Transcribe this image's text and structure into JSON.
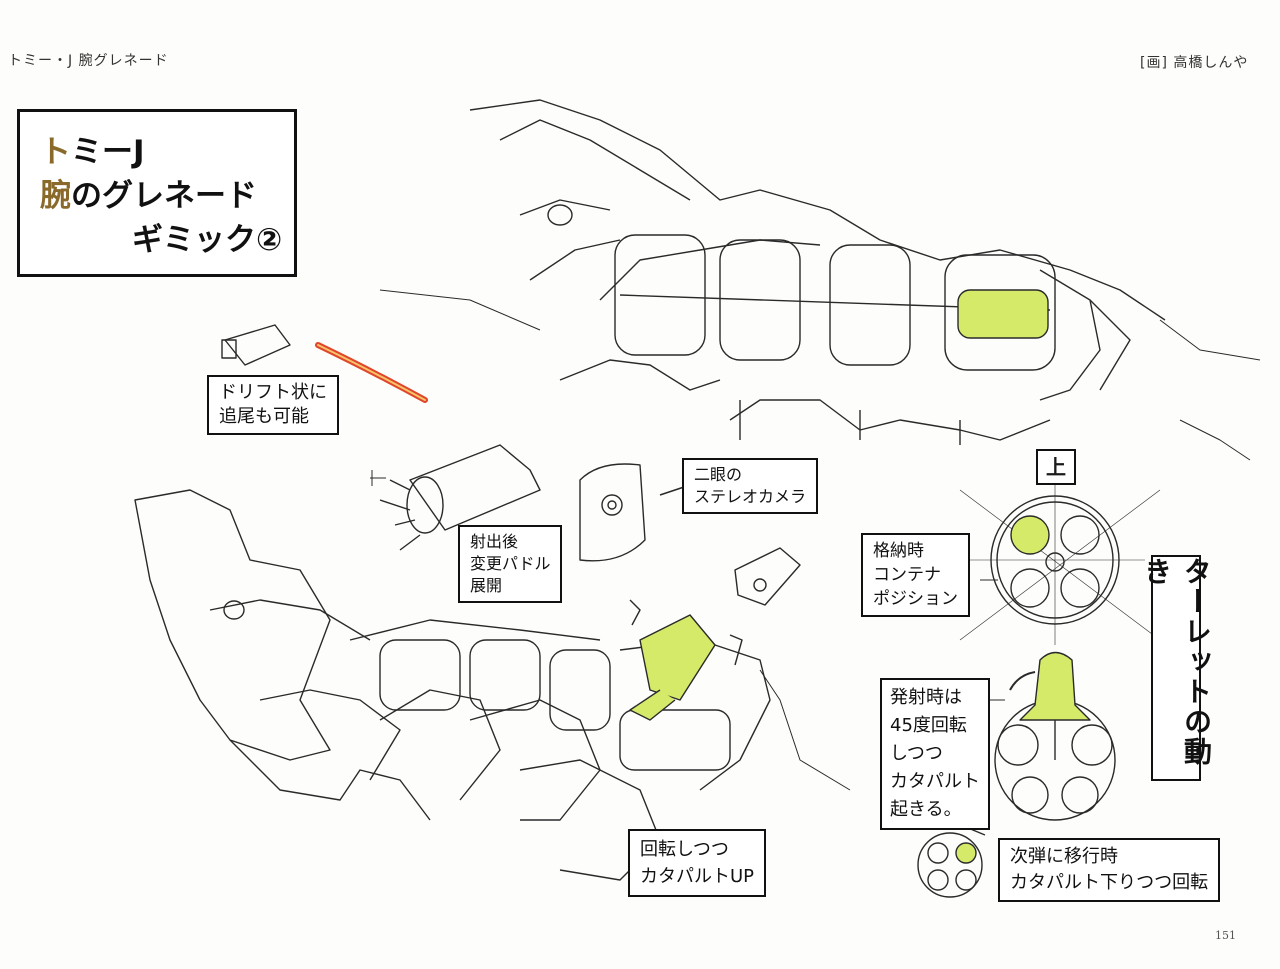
{
  "header": {
    "running_title": "トミー・J 腕グレネード",
    "credit": "[画] 高橋しんや"
  },
  "title": {
    "line1_accent": "ト",
    "line1_rest": "ミーJ",
    "line2_accent": "腕",
    "line2_rest": "のグレネード",
    "line3": "ギミック②"
  },
  "labels": {
    "drift": [
      "ドリフト状に",
      "追尾も可能"
    ],
    "camera": [
      "二眼の",
      "ステレオカメラ"
    ],
    "paddle": [
      "射出後",
      "変更パドル",
      "展開"
    ],
    "container": [
      "格納時",
      "コンテナ",
      "ポジション"
    ],
    "firing": [
      "発射時は",
      "45度回転",
      "しつつ",
      "カタパルト",
      "起きる。"
    ],
    "catapult_up": [
      "回転しつつ",
      "カタパルトUP"
    ],
    "next_round": [
      "次弾に移行時",
      "カタパルト下りつつ回転"
    ],
    "up_marker": "上",
    "turret_motion": "ターレットの動き"
  },
  "page_number": "151",
  "colors": {
    "highlight": "#d6ea6a",
    "projectile": "#e0462a",
    "ink": "#1a1a1a"
  }
}
